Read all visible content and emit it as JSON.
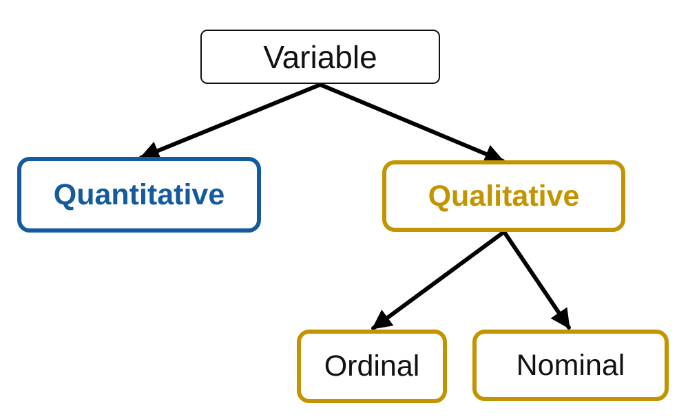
{
  "diagram": {
    "nodes": {
      "variable": {
        "label": "Variable",
        "border_color": "#111111",
        "text_color": "#111111"
      },
      "quantitative": {
        "label": "Quantitative",
        "border_color": "#155a9c",
        "text_color": "#155a9c"
      },
      "qualitative": {
        "label": "Qualitative",
        "border_color": "#c39300",
        "text_color": "#c39300"
      },
      "ordinal": {
        "label": "Ordinal",
        "border_color": "#c39300",
        "text_color": "#111111"
      },
      "nominal": {
        "label": "Nominal",
        "border_color": "#c39300",
        "text_color": "#111111"
      }
    },
    "edges": [
      {
        "from": "Variable",
        "to": "Quantitative"
      },
      {
        "from": "Variable",
        "to": "Qualitative"
      },
      {
        "from": "Qualitative",
        "to": "Ordinal"
      },
      {
        "from": "Qualitative",
        "to": "Nominal"
      }
    ],
    "colors": {
      "arrow": "#000000",
      "quantitative_blue": "#155a9c",
      "qualitative_gold": "#c39300"
    }
  }
}
